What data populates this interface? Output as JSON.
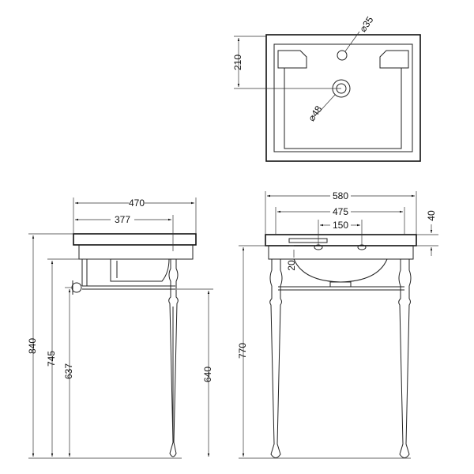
{
  "dimensions": {
    "top_view": {
      "hole_tap": "⌀35",
      "hole_waste": "⌀48",
      "depth": "210"
    },
    "side_view": {
      "overall_width": "470",
      "to_tap": "377",
      "overall_height": "840",
      "waste_height": "745",
      "trap_height": "637",
      "leg_height": "640"
    },
    "front_view": {
      "overall_width": "580",
      "inner_width": "475",
      "tap_holes": "150",
      "rim_height": "40",
      "basin_depth": "20",
      "basin_height": "770"
    }
  }
}
